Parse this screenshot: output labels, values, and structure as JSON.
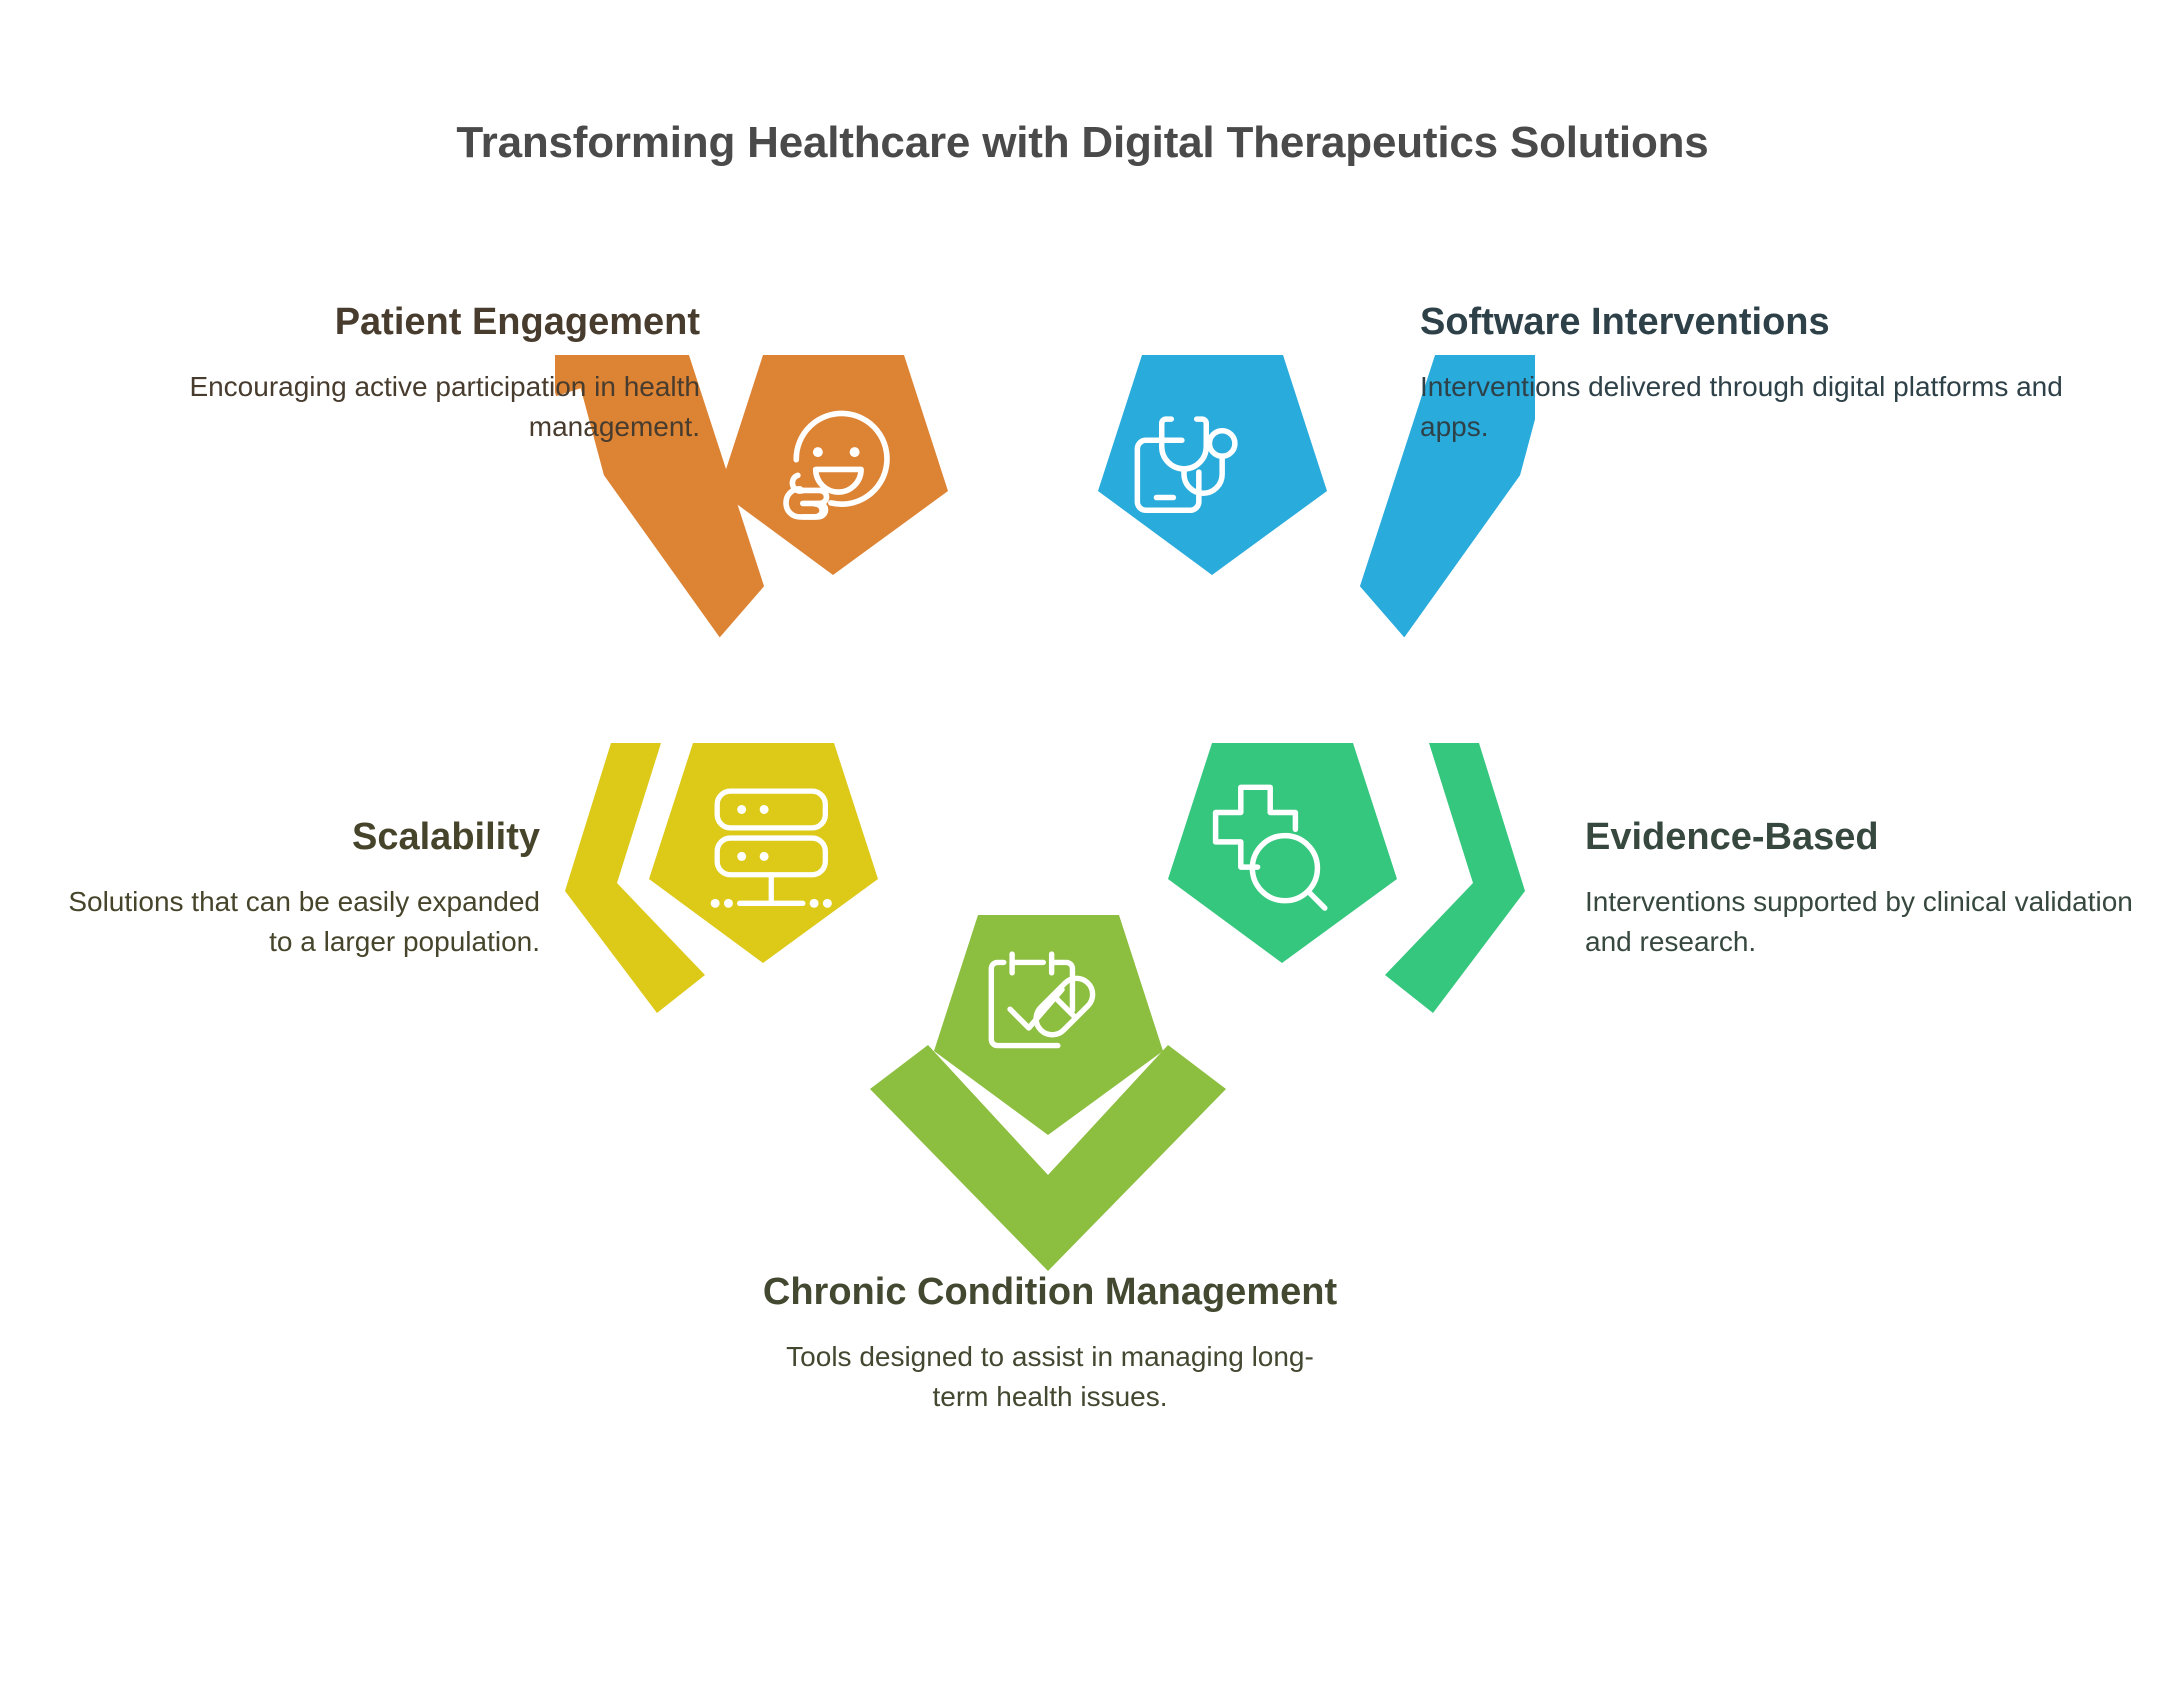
{
  "title": "Transforming Healthcare with Digital Therapeutics Solutions",
  "title_color": "#4a4a4a",
  "background_color": "#ffffff",
  "diagram": {
    "type": "radial-pentagon-cluster",
    "node_count": 5,
    "nodes": [
      {
        "id": "patient-engagement",
        "heading": "Patient Engagement",
        "body": "Encouraging active participation in health management.",
        "shape_color": "#dd8334",
        "text_color": "#473c2e",
        "icon": "thumbs-up-smiley-icon",
        "position": "top-left",
        "text_align": "right"
      },
      {
        "id": "software-interventions",
        "heading": "Software Interventions",
        "body": "Interventions delivered through digital platforms and apps.",
        "shape_color": "#29abdc",
        "text_color": "#2e4148",
        "icon": "smartphone-stethoscope-icon",
        "position": "top-right",
        "text_align": "left"
      },
      {
        "id": "scalability",
        "heading": "Scalability",
        "body": "Solutions that can be easily expanded to a larger population.",
        "shape_color": "#ddc918",
        "text_color": "#46452c",
        "icon": "server-network-icon",
        "position": "middle-left",
        "text_align": "right"
      },
      {
        "id": "evidence-based",
        "heading": "Evidence-Based",
        "body": "Interventions supported by clinical validation and research.",
        "shape_color": "#36c77f",
        "text_color": "#37483f",
        "icon": "medical-cross-magnifier-icon",
        "position": "middle-right",
        "text_align": "left"
      },
      {
        "id": "chronic-condition-management",
        "heading": "Chronic Condition Management",
        "body": "Tools designed to assist in managing long-term health issues.",
        "shape_color": "#8cbe3f",
        "text_color": "#434831",
        "icon": "clipboard-check-pill-icon",
        "position": "bottom-center",
        "text_align": "center"
      }
    ]
  }
}
